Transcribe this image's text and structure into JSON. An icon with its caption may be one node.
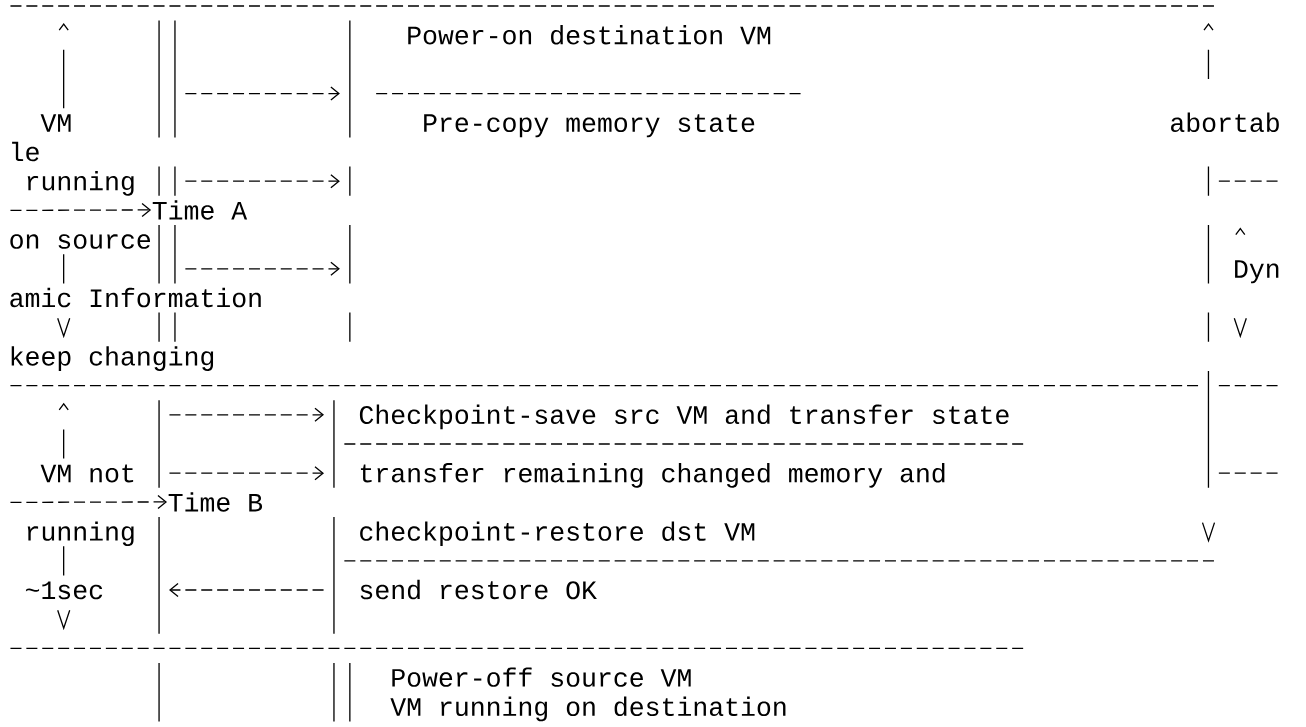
{
  "diagram": {
    "nodes": [
      {
        "text": [
          "Time A"
        ]
      },
      {
        "text": [
          "Time B"
        ]
      }
    ],
    "edges": [
      {
        "from": null,
        "to": 0,
        "arrow": "to"
      },
      {
        "from": null,
        "to": 1,
        "arrow": "to"
      }
    ],
    "labels": [
      "Power-on destination VM",
      "VM",
      "Pre-copy memory state",
      "abortab",
      "le",
      "running",
      "on source",
      "Dyn",
      "amic Information",
      "keep changing",
      "Checkpoint-save src VM and transfer state",
      "VM not",
      "transfer remaining changed memory and",
      "running",
      "checkpoint-restore dst VM",
      "~1sec",
      "send restore OK",
      "Power-off source VM",
      "VM running on destination"
    ]
  }
}
